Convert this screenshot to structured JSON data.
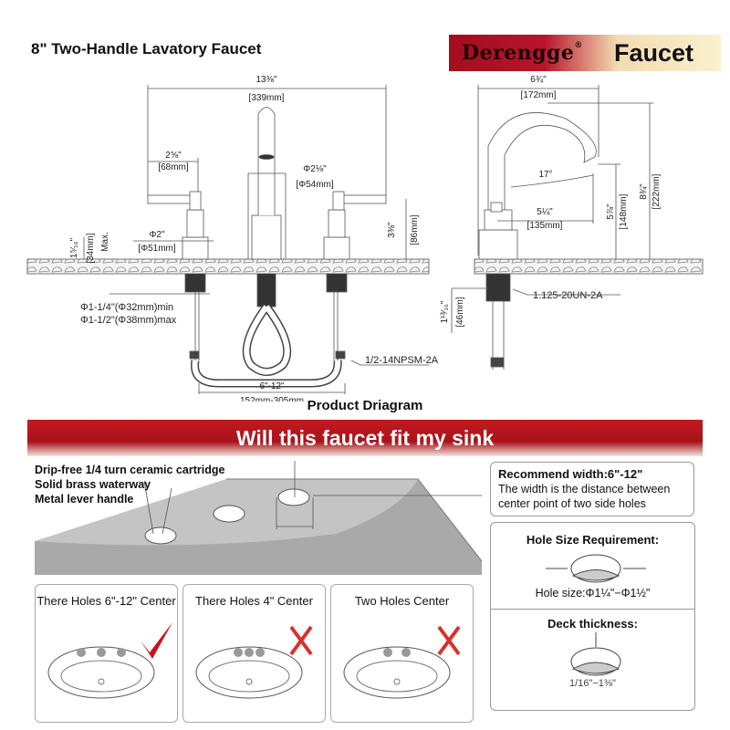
{
  "header": {
    "title": "8\" Two-Handle Lavatory Faucet",
    "brand": "Derengge",
    "brand_mark": "®",
    "brand_suffix": "Faucet"
  },
  "dimensions": {
    "overall_width_in": "13⅜\"",
    "overall_width_mm": "[339mm]",
    "handle_len_in": "2⅝\"",
    "handle_len_mm": "[68mm]",
    "spout_dia_in": "Φ2⅛\"",
    "spout_dia_mm": "[Φ54mm]",
    "handle_base_in": "Φ2\"",
    "handle_base_mm": "[Φ51mm]",
    "deck_max_in": "1⁵⁄₁₆\"",
    "deck_max_mm": "[34mm]",
    "deck_max_label": "Max.",
    "handle_h_in": "3⅜\"",
    "handle_h_mm": "[86mm]",
    "hole_min": "Φ1-1/4\"(Φ32mm)min",
    "hole_max": "Φ1-1/2\"(Φ38mm)max",
    "spread_in": "6\"-12\"",
    "spread_mm": "152mm-305mm",
    "inlet_thread": "1/2-14NPSM-2A",
    "side_width_in": "6¾\"",
    "side_width_mm": "[172mm]",
    "swivel": "17°",
    "reach_in": "5¼\"",
    "reach_mm": "[135mm]",
    "spout_h_in": "5⅞\"",
    "spout_h_mm": "[148mm]",
    "total_h_in": "8¾\"",
    "total_h_mm": "[222mm]",
    "shank_thread": "1.125-20UN-2A",
    "shank_in": "1¹³⁄₁₆\"",
    "shank_mm": "[46mm]"
  },
  "diagram_caption": "Product Driagram",
  "banner": "Will this faucet fit my sink",
  "features": [
    "Drip-free 1/4 turn ceramic cartridge",
    "Solid brass waterway",
    "Metal lever handle"
  ],
  "recommend": {
    "title": "Recommend width:6\"-12\"",
    "text": "The width is the distance between center point of two side holes"
  },
  "requirements": {
    "hole_title": "Hole Size Requirement:",
    "hole_size": "Hole size:Φ1¼\"−Φ1½\"",
    "deck_title": "Deck thickness:",
    "deck_range": "1/16\"−1⅜\""
  },
  "options": [
    {
      "label": "There Holes 6\"-12\" Center",
      "fits": true
    },
    {
      "label": "There Holes 4\" Center",
      "fits": false
    },
    {
      "label": "Two Holes Center",
      "fits": false
    }
  ],
  "colors": {
    "banner": "#b8141c",
    "check": "#c8121a",
    "cross": "#d9302c"
  }
}
